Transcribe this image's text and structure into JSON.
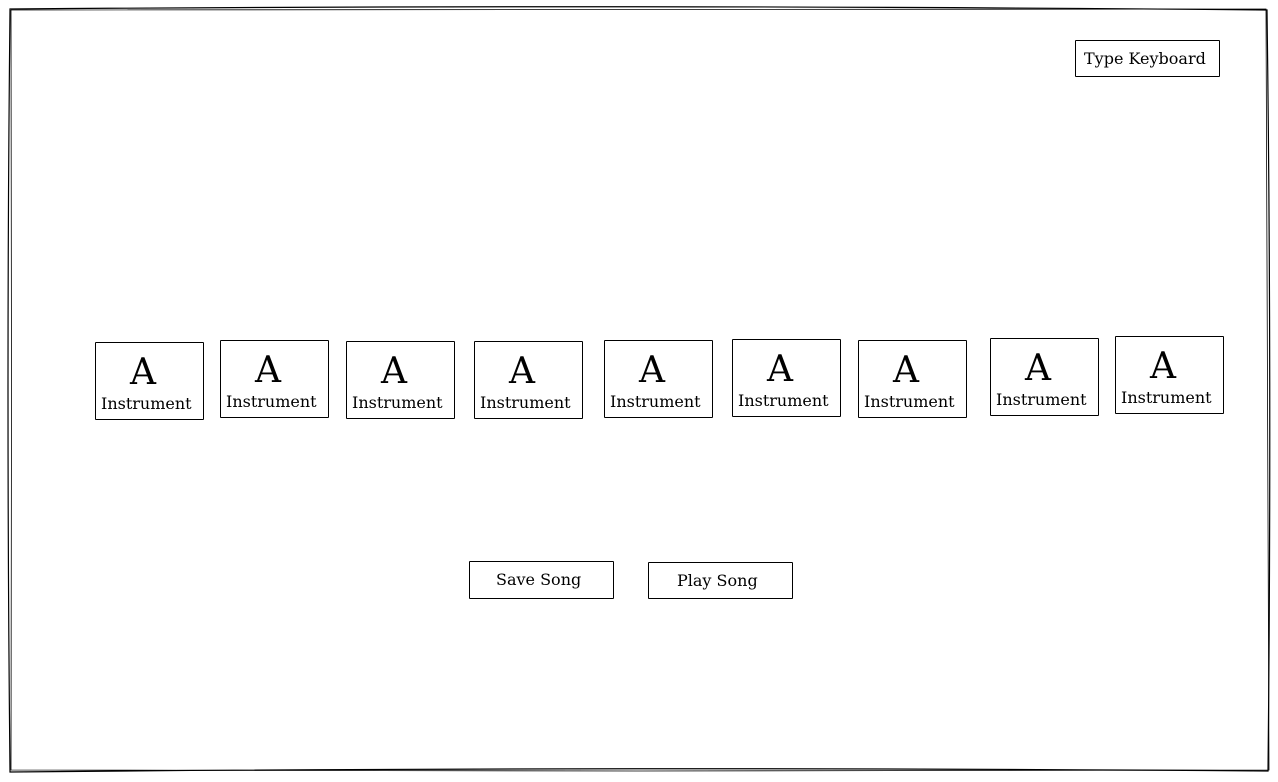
{
  "toolbar": {
    "type_keyboard_label": "Type Keyboard"
  },
  "keys": [
    {
      "letter": "A",
      "label": "Instrument"
    },
    {
      "letter": "A",
      "label": "Instrument"
    },
    {
      "letter": "A",
      "label": "Instrument"
    },
    {
      "letter": "A",
      "label": "Instrument"
    },
    {
      "letter": "A",
      "label": "Instrument"
    },
    {
      "letter": "A",
      "label": "Instrument"
    },
    {
      "letter": "A",
      "label": "Instrument"
    },
    {
      "letter": "A",
      "label": "Instrument"
    },
    {
      "letter": "A",
      "label": "Instrument"
    }
  ],
  "actions": {
    "save_label": "Save Song",
    "play_label": "Play Song"
  }
}
